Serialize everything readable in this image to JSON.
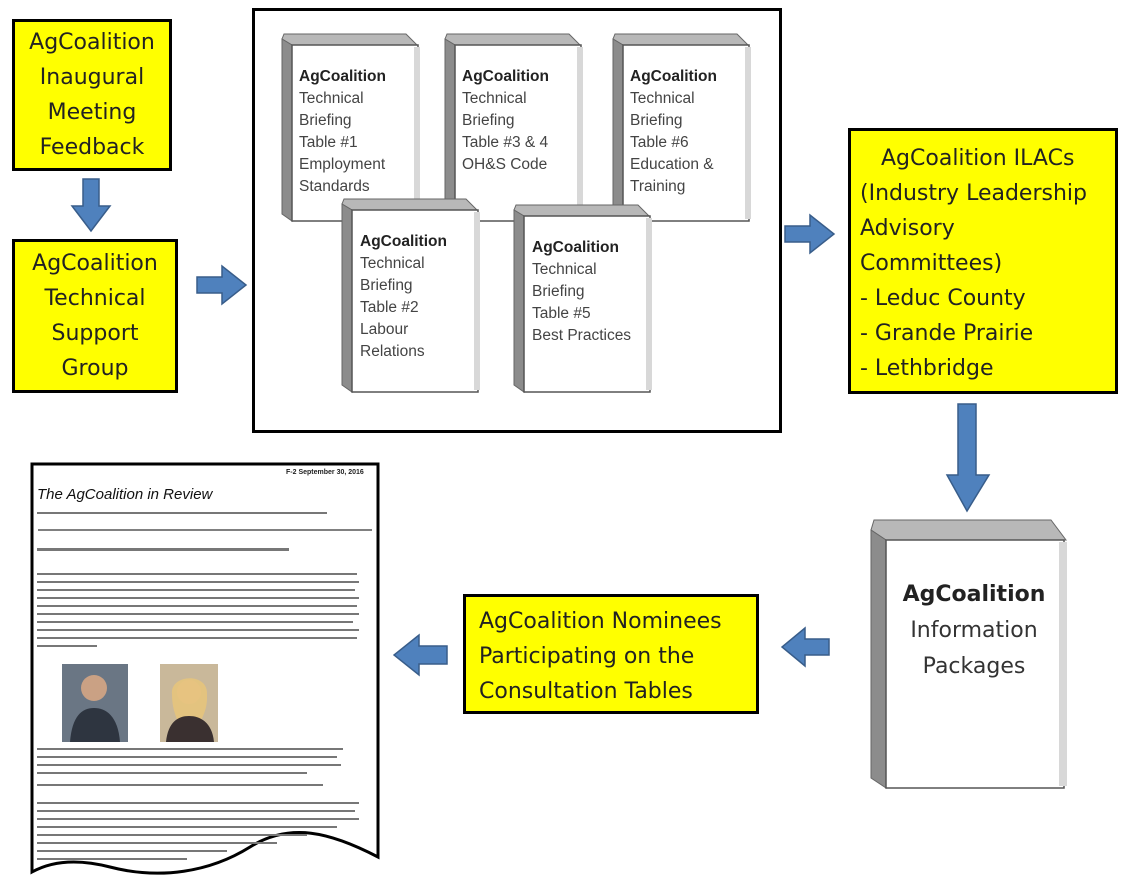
{
  "boxes": {
    "feedback": [
      "AgCoalition",
      "Inaugural",
      "Meeting",
      "Feedback"
    ],
    "support": [
      "AgCoalition",
      "Technical",
      "Support",
      "Group"
    ],
    "ilacs": [
      "AgCoalition ILACs",
      "(Industry Leadership",
      "Advisory",
      "Committees)",
      " - Leduc County",
      " - Grande Prairie",
      " - Lethbridge"
    ],
    "nominees": [
      "AgCoalition Nominees",
      "Participating on the",
      "Consultation Tables"
    ]
  },
  "books": [
    {
      "title": "AgCoalition",
      "lines": [
        "Technical",
        "Briefing",
        "Table #1",
        "Employment",
        "Standards"
      ]
    },
    {
      "title": "AgCoalition",
      "lines": [
        "Technical",
        "Briefing",
        "Table #3 & 4",
        "OH&S Code"
      ]
    },
    {
      "title": "AgCoalition",
      "lines": [
        "Technical",
        "Briefing",
        "Table #6",
        "Education &",
        "Training"
      ]
    },
    {
      "title": "AgCoalition",
      "lines": [
        "Technical",
        "Briefing",
        "Table #2",
        "Labour",
        "Relations"
      ]
    },
    {
      "title": "AgCoalition",
      "lines": [
        "Technical",
        "Briefing",
        "Table #5",
        "Best Practices"
      ]
    }
  ],
  "package": {
    "title": "AgCoalition",
    "lines": [
      "Information",
      "Packages"
    ]
  },
  "newsletter": {
    "title": "The AgCoalition in Review",
    "date": "F-2 September 30, 2016"
  },
  "colors": {
    "box_fill": "#ffff00",
    "arrow": "#4f81bd",
    "arrow_stroke": "#385d8a"
  }
}
